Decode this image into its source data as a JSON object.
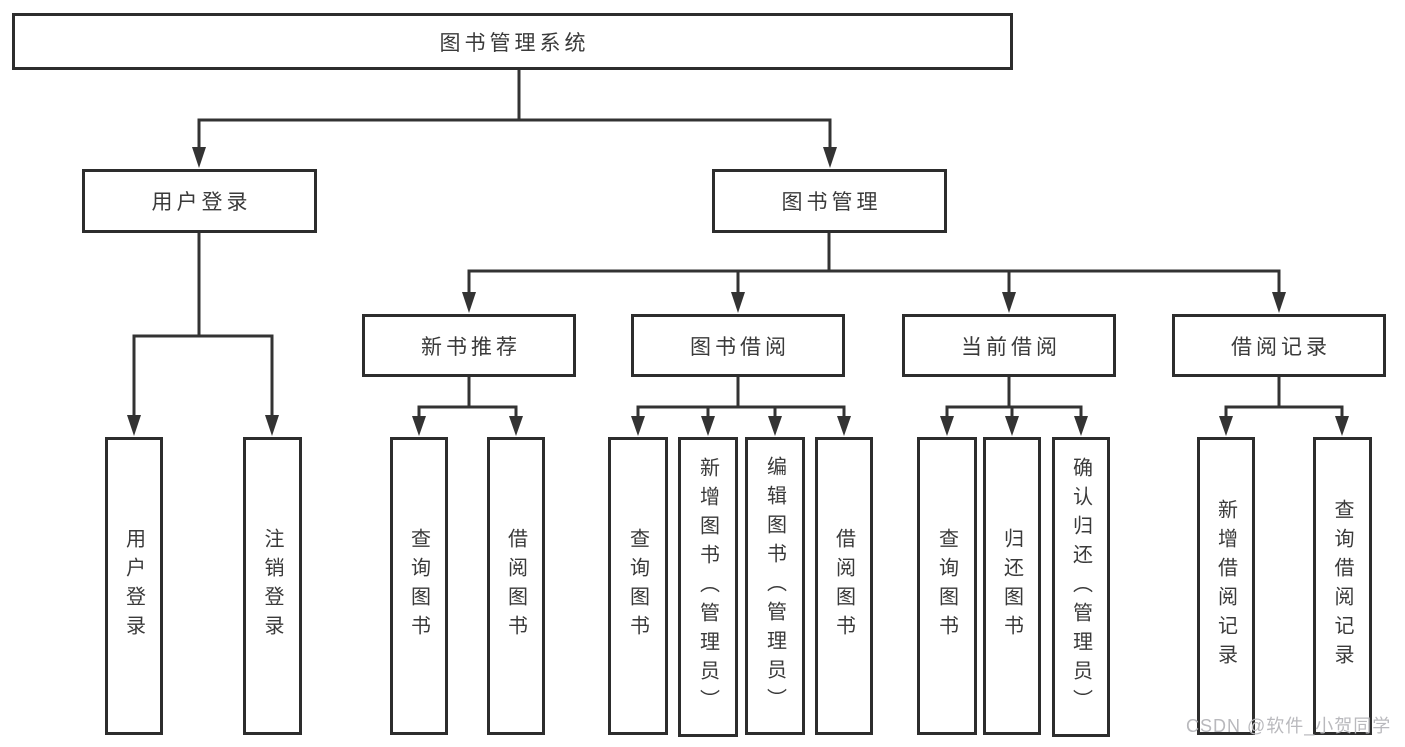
{
  "nodes": {
    "root": "图书管理系统",
    "l2_user_login": "用户登录",
    "l2_book_mgmt": "图书管理",
    "l3_new_books": "新书推荐",
    "l3_book_borrow": "图书借阅",
    "l3_current_borrow": "当前借阅",
    "l3_borrow_records": "借阅记录",
    "leaf_user_login": "用户登录",
    "leaf_logout": "注销登录",
    "leaf_nb_query": "查询图书",
    "leaf_nb_borrow": "借阅图书",
    "leaf_bb_query": "查询图书",
    "leaf_bb_add": "新增图书（管理员）",
    "leaf_bb_edit": "编辑图书（管理员）",
    "leaf_bb_borrow": "借阅图书",
    "leaf_cb_query": "查询图书",
    "leaf_cb_return": "归还图书",
    "leaf_cb_confirm": "确认归还（管理员）",
    "leaf_br_add": "新增借阅记录",
    "leaf_br_query": "查询借阅记录"
  },
  "colors": {
    "line": "#333333",
    "border": "#2d2d2d",
    "text": "#3a3a3a",
    "watermark": "#b9b9bd"
  },
  "watermark": "CSDN @软件_小贺同学"
}
